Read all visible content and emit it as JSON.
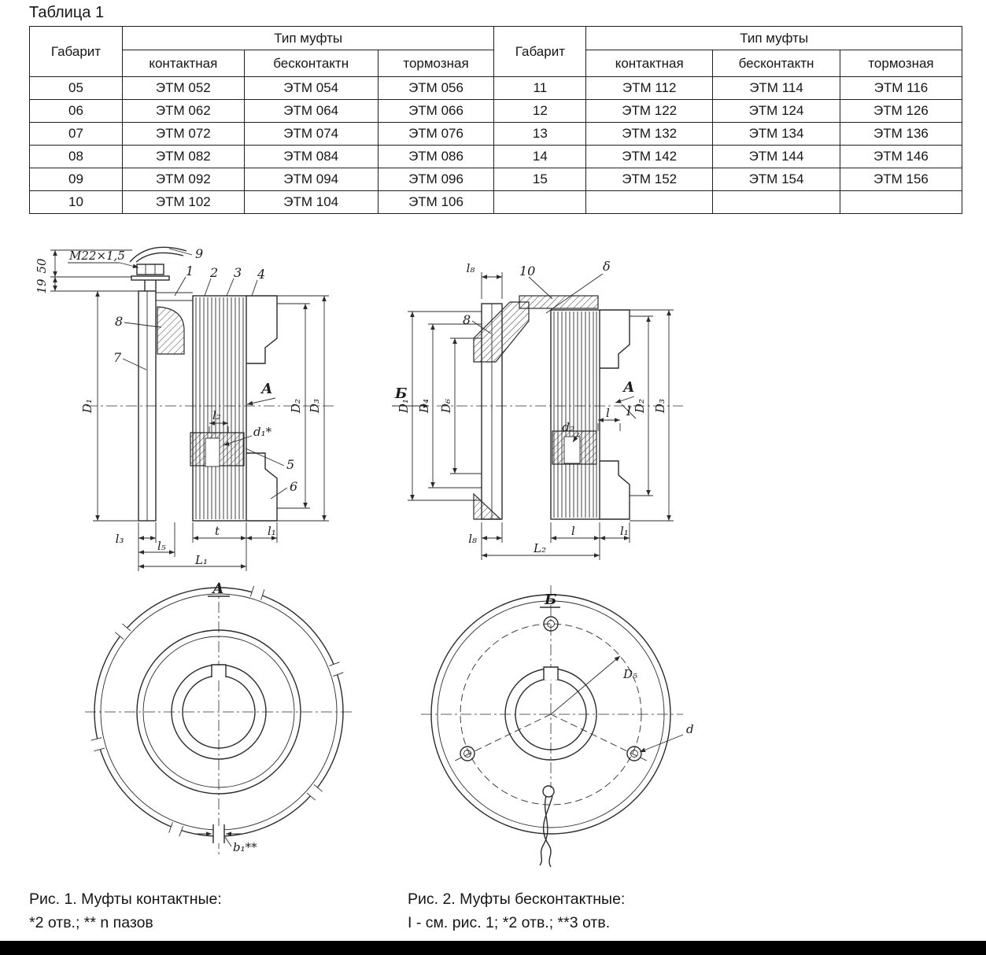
{
  "page": {
    "title": "Таблица 1"
  },
  "table": {
    "headers": {
      "gabarit": "Габарит",
      "type": "Тип муфты",
      "sub": [
        "контактная",
        "бесконтактн",
        "тормозная"
      ]
    },
    "left_rows": [
      {
        "g": "05",
        "v": [
          "ЭТМ 052",
          "ЭТМ 054",
          "ЭТМ 056"
        ]
      },
      {
        "g": "06",
        "v": [
          "ЭТМ 062",
          "ЭТМ 064",
          "ЭТМ 066"
        ]
      },
      {
        "g": "07",
        "v": [
          "ЭТМ 072",
          "ЭТМ 074",
          "ЭТМ 076"
        ]
      },
      {
        "g": "08",
        "v": [
          "ЭТМ 082",
          "ЭТМ 084",
          "ЭТМ 086"
        ]
      },
      {
        "g": "09",
        "v": [
          "ЭТМ 092",
          "ЭТМ 094",
          "ЭТМ 096"
        ]
      },
      {
        "g": "10",
        "v": [
          "ЭТМ 102",
          "ЭТМ 104",
          "ЭТМ 106"
        ]
      }
    ],
    "right_rows": [
      {
        "g": "11",
        "v": [
          "ЭТМ 112",
          "ЭТМ 114",
          "ЭТМ 116"
        ]
      },
      {
        "g": "12",
        "v": [
          "ЭТМ 122",
          "ЭТМ 124",
          "ЭТМ 126"
        ]
      },
      {
        "g": "13",
        "v": [
          "ЭТМ 132",
          "ЭТМ 134",
          "ЭТМ 136"
        ]
      },
      {
        "g": "14",
        "v": [
          "ЭТМ 142",
          "ЭТМ 144",
          "ЭТМ 146"
        ]
      },
      {
        "g": "15",
        "v": [
          "ЭТМ 152",
          "ЭТМ 154",
          "ЭТМ 156"
        ]
      }
    ]
  },
  "fig1": {
    "labels": {
      "thread": "M22×1,5",
      "dim50": "50",
      "dim19": "19",
      "p1": "1",
      "p2": "2",
      "p3": "3",
      "p4": "4",
      "p5": "5",
      "p6": "6",
      "p7": "7",
      "p8": "8",
      "p9": "9",
      "viewA": "А",
      "D1": "D₁",
      "D2": "D₂",
      "D3": "D₃",
      "l2": "l₂",
      "d1": "d₁*",
      "l3": "l₃",
      "l5": "l₅",
      "t": "t",
      "l1": "l₁",
      "L1": "L₁"
    },
    "caption1": "Рис. 1. Муфты контактные:",
    "caption2": "*2 отв.; ** n пазов"
  },
  "fig2": {
    "labels": {
      "l8top": "l₈",
      "p10": "10",
      "delta": "δ",
      "p8": "8",
      "viewB": "Б",
      "viewA": "А",
      "sectI": "I",
      "D1": "D₁",
      "D4": "D₄",
      "D6": "D₆",
      "D2": "D₂",
      "D3": "D₃",
      "d2": "d₂",
      "l_mid": "l",
      "l8": "l₈",
      "l": "l",
      "l1": "l₁",
      "L2": "L₂"
    },
    "caption1": "Рис. 2. Муфты бесконтактные:",
    "caption2": "I - см. рис. 1; *2 отв.; **3 отв."
  },
  "viewA_circle": {
    "label": "А",
    "b1": "b₁**"
  },
  "viewB_circle": {
    "label": "Б",
    "D5": "D₅",
    "d": "d"
  }
}
